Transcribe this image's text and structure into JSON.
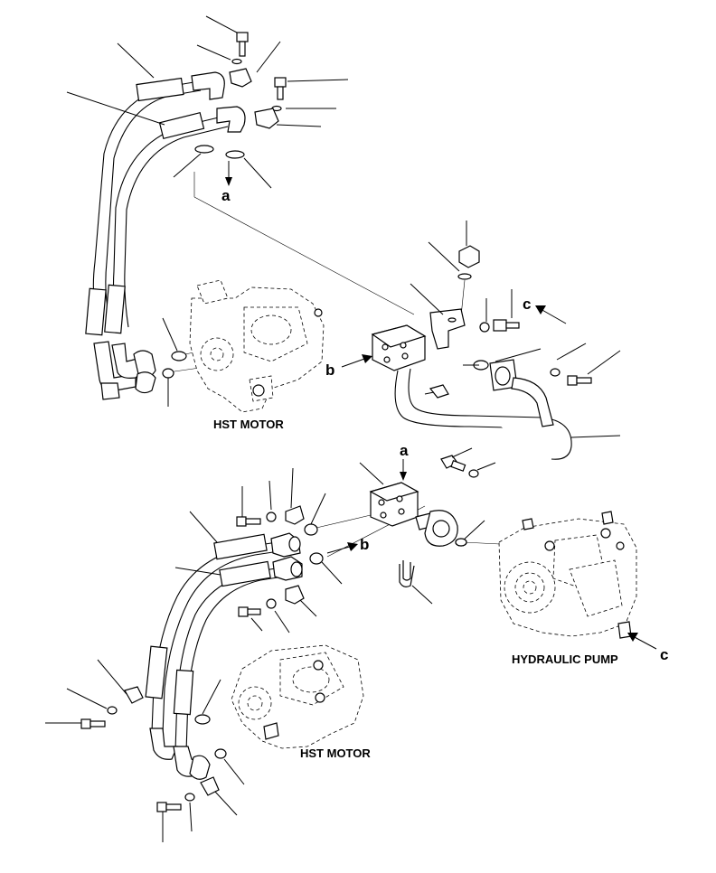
{
  "labels": {
    "hst_motor_upper": "HST MOTOR",
    "hst_motor_lower": "HST MOTOR",
    "hydraulic_pump": "HYDRAULIC PUMP"
  },
  "refs": {
    "a": "a",
    "b": "b",
    "c": "c"
  }
}
